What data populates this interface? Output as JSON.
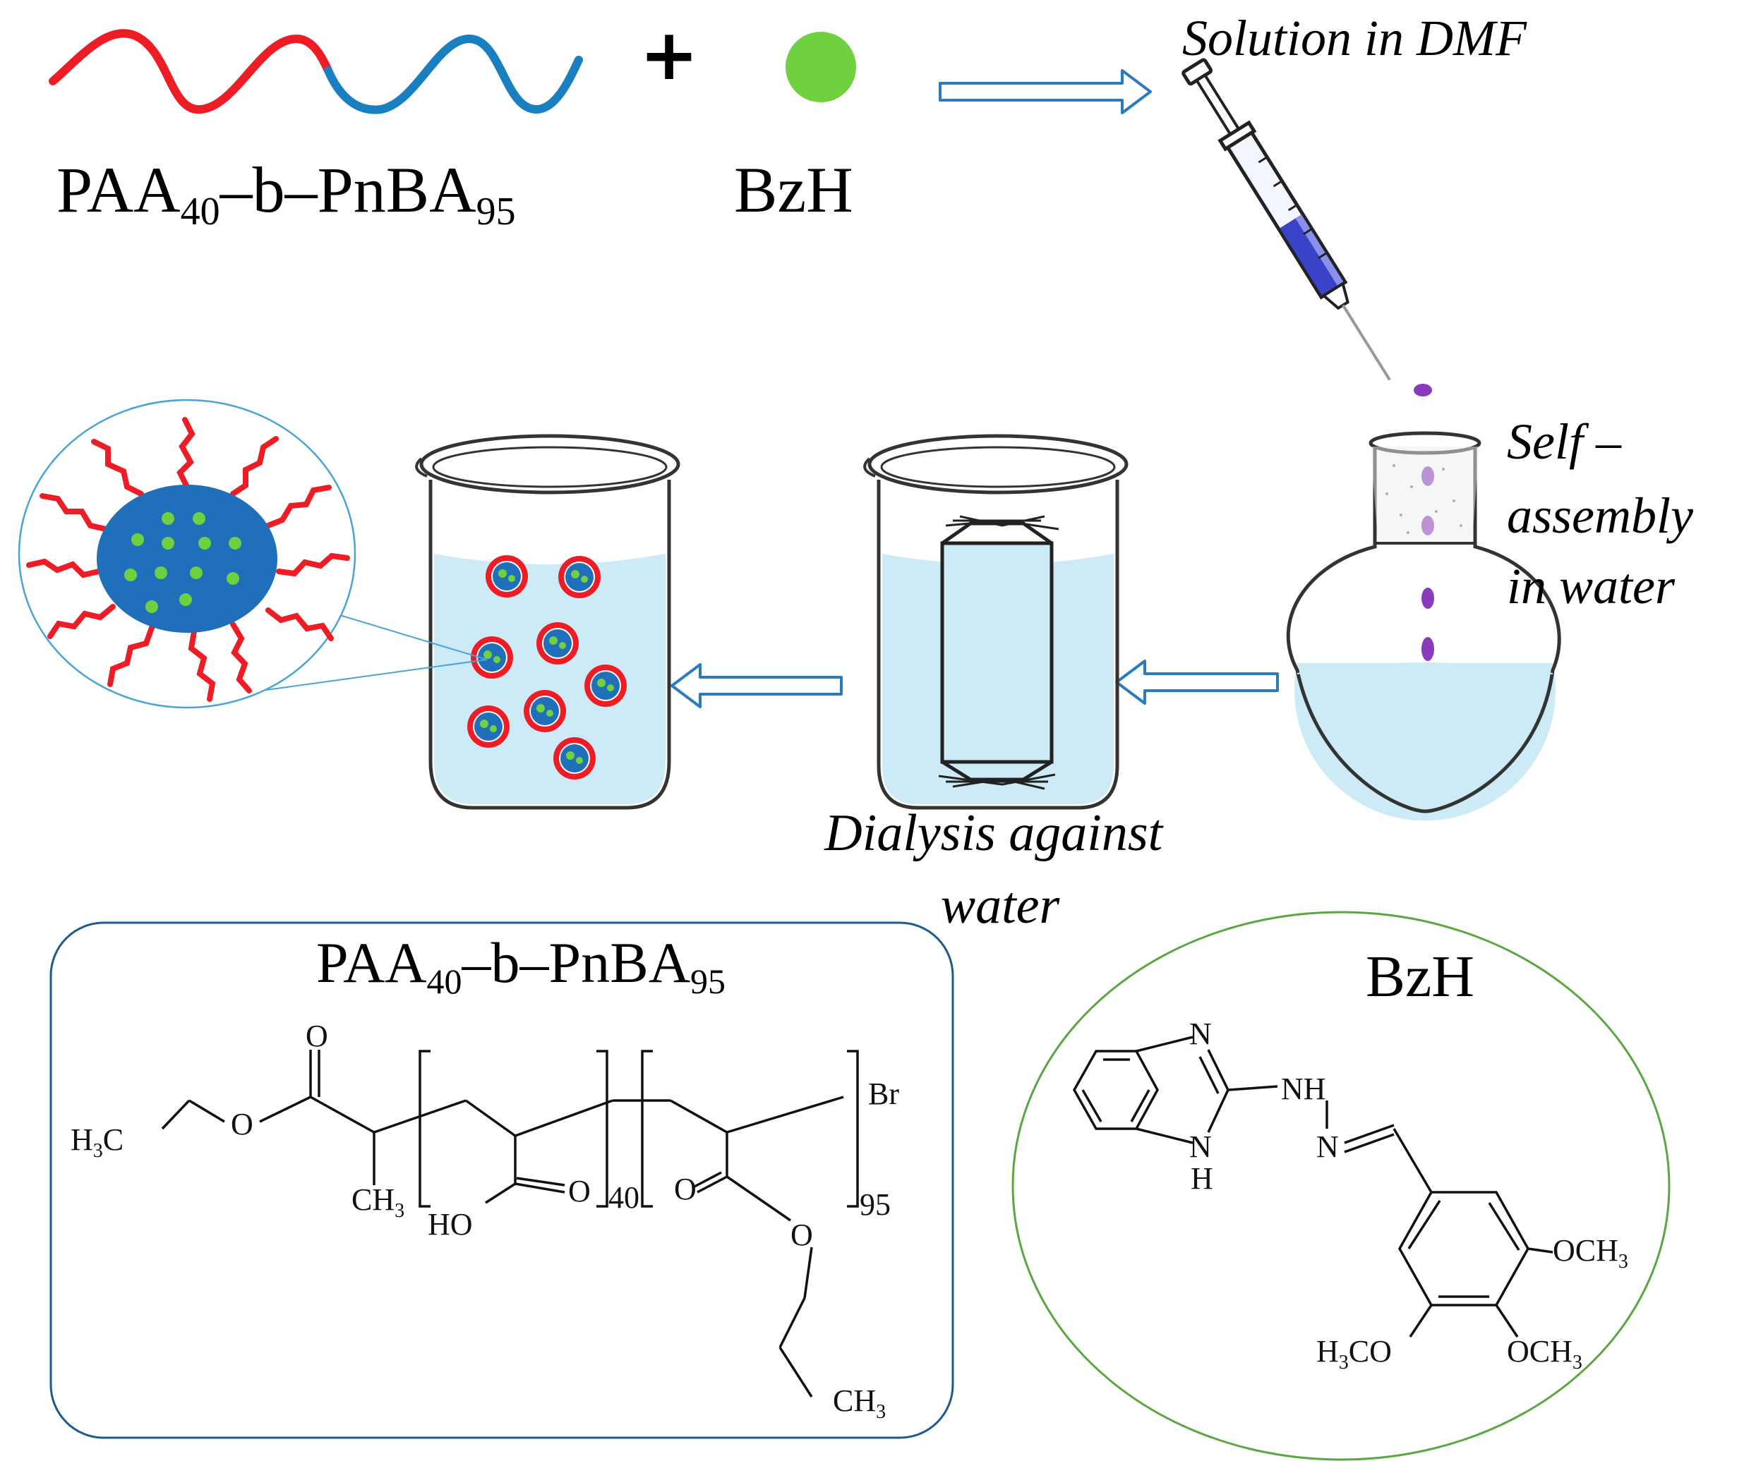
{
  "top": {
    "copolymer_label": {
      "base1": "PAA",
      "sub1": "40",
      "mid": "–b–PnBA",
      "sub2": "95"
    },
    "plus_sign": "+",
    "bzh_label": "BzH",
    "solution_label": "Solution in DMF"
  },
  "middle": {
    "self_assembly_label": [
      "Self –",
      "assembly",
      "in water"
    ],
    "dialysis_label": [
      "Dialysis against",
      "water"
    ]
  },
  "structures": {
    "polymer_box_title": {
      "base1": "PAA",
      "sub1": "40",
      "mid": "–b–PnBA",
      "sub2": "95"
    },
    "polymer_atoms": {
      "h3c": "H",
      "h3c_sub": "3",
      "h3c_c": "C",
      "o_ester": "O",
      "o_carbonyl": "O",
      "ch3": "CH",
      "ch3_sub": "3",
      "ho": "HO",
      "o_acid": "O",
      "n40": "40",
      "n95": "95",
      "o_carbonyl2": "O",
      "o_ester2": "O",
      "ch3_end": "CH",
      "ch3_end_sub": "3",
      "br": "Br"
    },
    "bzh_circle_title": "BzH",
    "bzh_atoms": {
      "n_top": "N",
      "n_bottom": "N",
      "h_bottom": "H",
      "nh": "NH",
      "n_eq": "N",
      "och3_right": "OCH",
      "och3_right_sub": "3",
      "och3_bottom": "OCH",
      "och3_bottom_sub": "3",
      "h3co": "H",
      "h3co_sub": "3",
      "h3co_co": "CO"
    }
  },
  "colors": {
    "paa_block": "#ee1c24",
    "pnba_block": "#1a7fc1",
    "bzh_dot": "#6fd13f",
    "arrow_outline": "#2b7bbf",
    "water": "#cdeaf7",
    "micelle_core": "#1f6fba",
    "droplet": "#8a3bbd",
    "polymer_box_border": "#1f5a8c",
    "bzh_circle_border": "#5aa641"
  }
}
